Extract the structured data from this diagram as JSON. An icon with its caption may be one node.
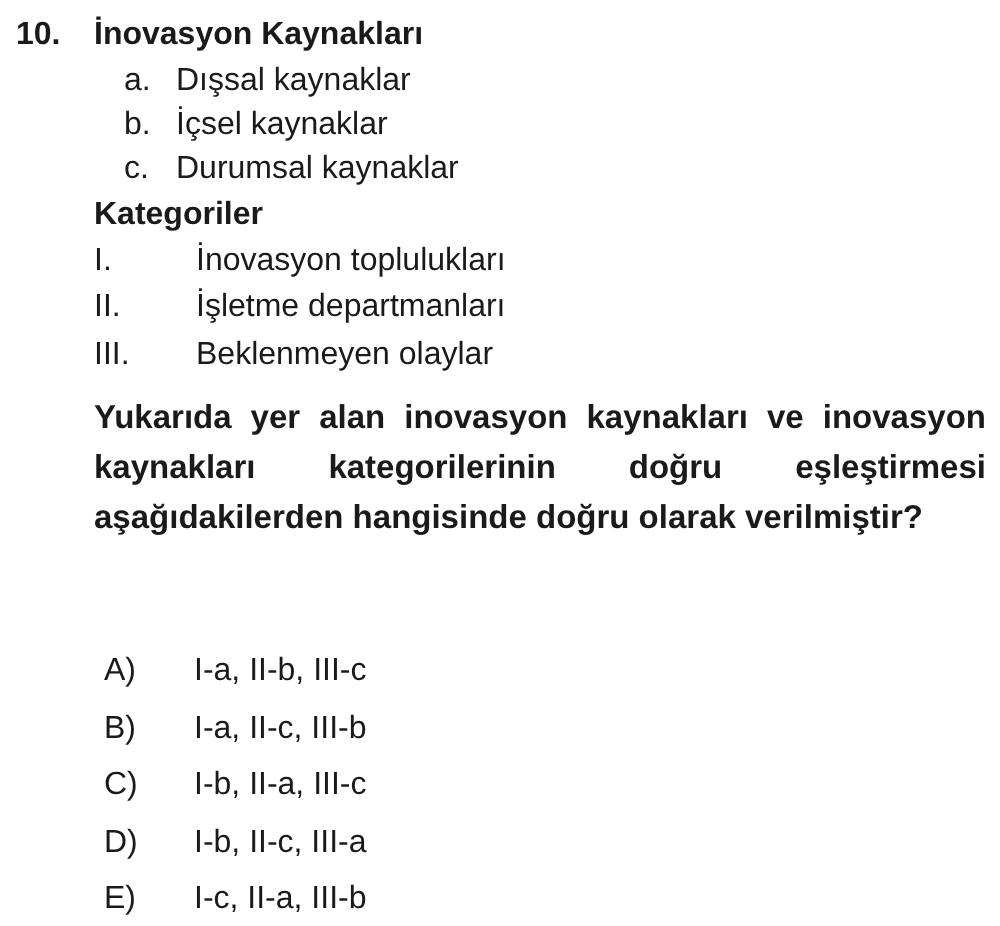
{
  "diagram": {
    "labels": [
      "10.",
      "İnovasyon Kaynakları",
      "a.",
      "Dışsal kaynaklar",
      "b.",
      "İçsel kaynaklar",
      "c.",
      "Durumsal kaynaklar",
      "Kategoriler",
      "I.",
      "İnovasyon toplulukları",
      "II.",
      "İşletme departmanları",
      "III.",
      "Beklenmeyen olaylar",
      "Yukarıda yer alan inovasyon kaynakları ve inovasyon kaynakları kategorilerinin doğru eşleştirmesi aşağıdakilerden hangisinde doğru olarak verilmiştir?",
      "A)",
      "I-a, II-b, III-c",
      "B)",
      "I-a, II-c, III-b",
      "C)",
      "I-b, II-a, III-c",
      "D)",
      "I-b, II-c, III-a",
      "E)",
      "I-c, II-a, III-b"
    ]
  }
}
